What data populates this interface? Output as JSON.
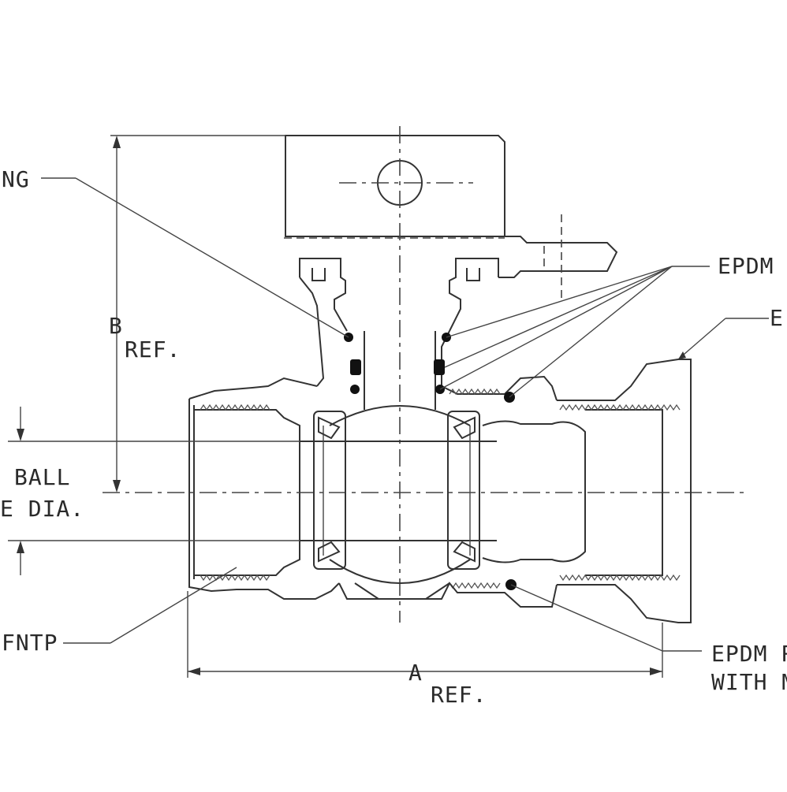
{
  "labels": {
    "packing": "NG",
    "stem_seals": "EPDM",
    "end_partial": "E",
    "b_dim": "B",
    "b_ref": "REF.",
    "ball_line1": "BALL",
    "ball_line2": "E DIA.",
    "fntp": "FNTP",
    "a_dim": "A",
    "a_ref": "REF.",
    "epdm_bottom_line1": "EPDM R",
    "epdm_bottom_line2": "WITH M"
  }
}
